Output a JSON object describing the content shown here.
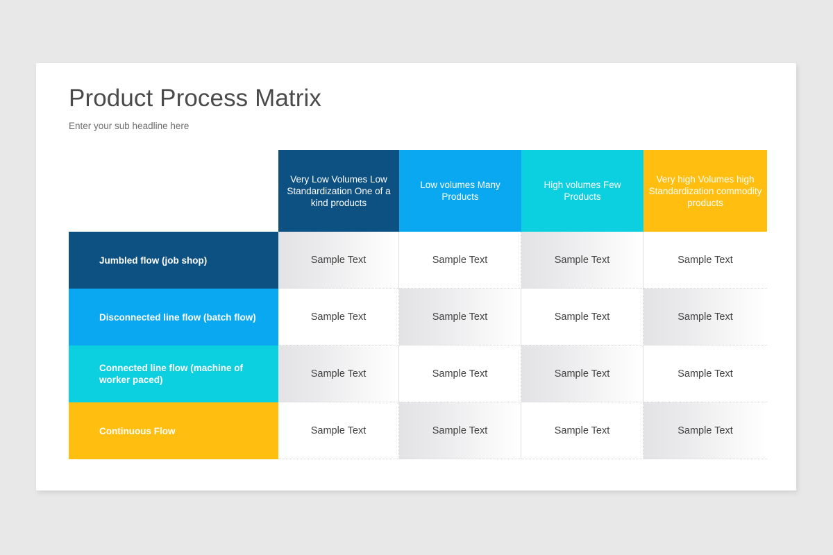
{
  "slide": {
    "title": "Product Process Matrix",
    "subtitle": "Enter your sub headline here",
    "background_color": "#e8e8e8",
    "card_color": "#ffffff"
  },
  "palette": {
    "dark_blue": "#0d5183",
    "light_blue": "#0aa8f0",
    "cyan": "#0ccfe0",
    "amber": "#ffbe10",
    "title_text": "#4a4a4a",
    "subtitle_text": "#6e6e6e",
    "cell_text": "#414141",
    "cell_shade_start": "#e3e3e5",
    "cell_shade_end": "#ffffff",
    "grid_line": "#dadada"
  },
  "chart_data": {
    "type": "table",
    "title": "Product Process Matrix",
    "columns": [
      {
        "label": "Very Low Volumes Low Standardization One of a kind products",
        "color": "#0d5183"
      },
      {
        "label": "Low volumes Many Products",
        "color": "#0aa8f0"
      },
      {
        "label": "High volumes Few Products",
        "color": "#0ccfe0"
      },
      {
        "label": "Very high Volumes high Standardization commodity products",
        "color": "#ffbe10"
      }
    ],
    "rows": [
      {
        "label": "Jumbled flow (job shop)",
        "color": "#0d5183",
        "cells": [
          "Sample Text",
          "Sample Text",
          "Sample Text",
          "Sample Text"
        ],
        "shaded": [
          true,
          false,
          true,
          false
        ]
      },
      {
        "label": "Disconnected line flow (batch flow)",
        "color": "#0aa8f0",
        "cells": [
          "Sample Text",
          "Sample Text",
          "Sample Text",
          "Sample Text"
        ],
        "shaded": [
          false,
          true,
          false,
          true
        ]
      },
      {
        "label": "Connected line flow (machine of worker paced)",
        "color": "#0ccfe0",
        "cells": [
          "Sample Text",
          "Sample Text",
          "Sample Text",
          "Sample Text"
        ],
        "shaded": [
          true,
          false,
          true,
          false
        ]
      },
      {
        "label": "Continuous Flow",
        "color": "#ffbe10",
        "cells": [
          "Sample Text",
          "Sample Text",
          "Sample Text",
          "Sample Text"
        ],
        "shaded": [
          false,
          true,
          false,
          true
        ]
      }
    ]
  }
}
